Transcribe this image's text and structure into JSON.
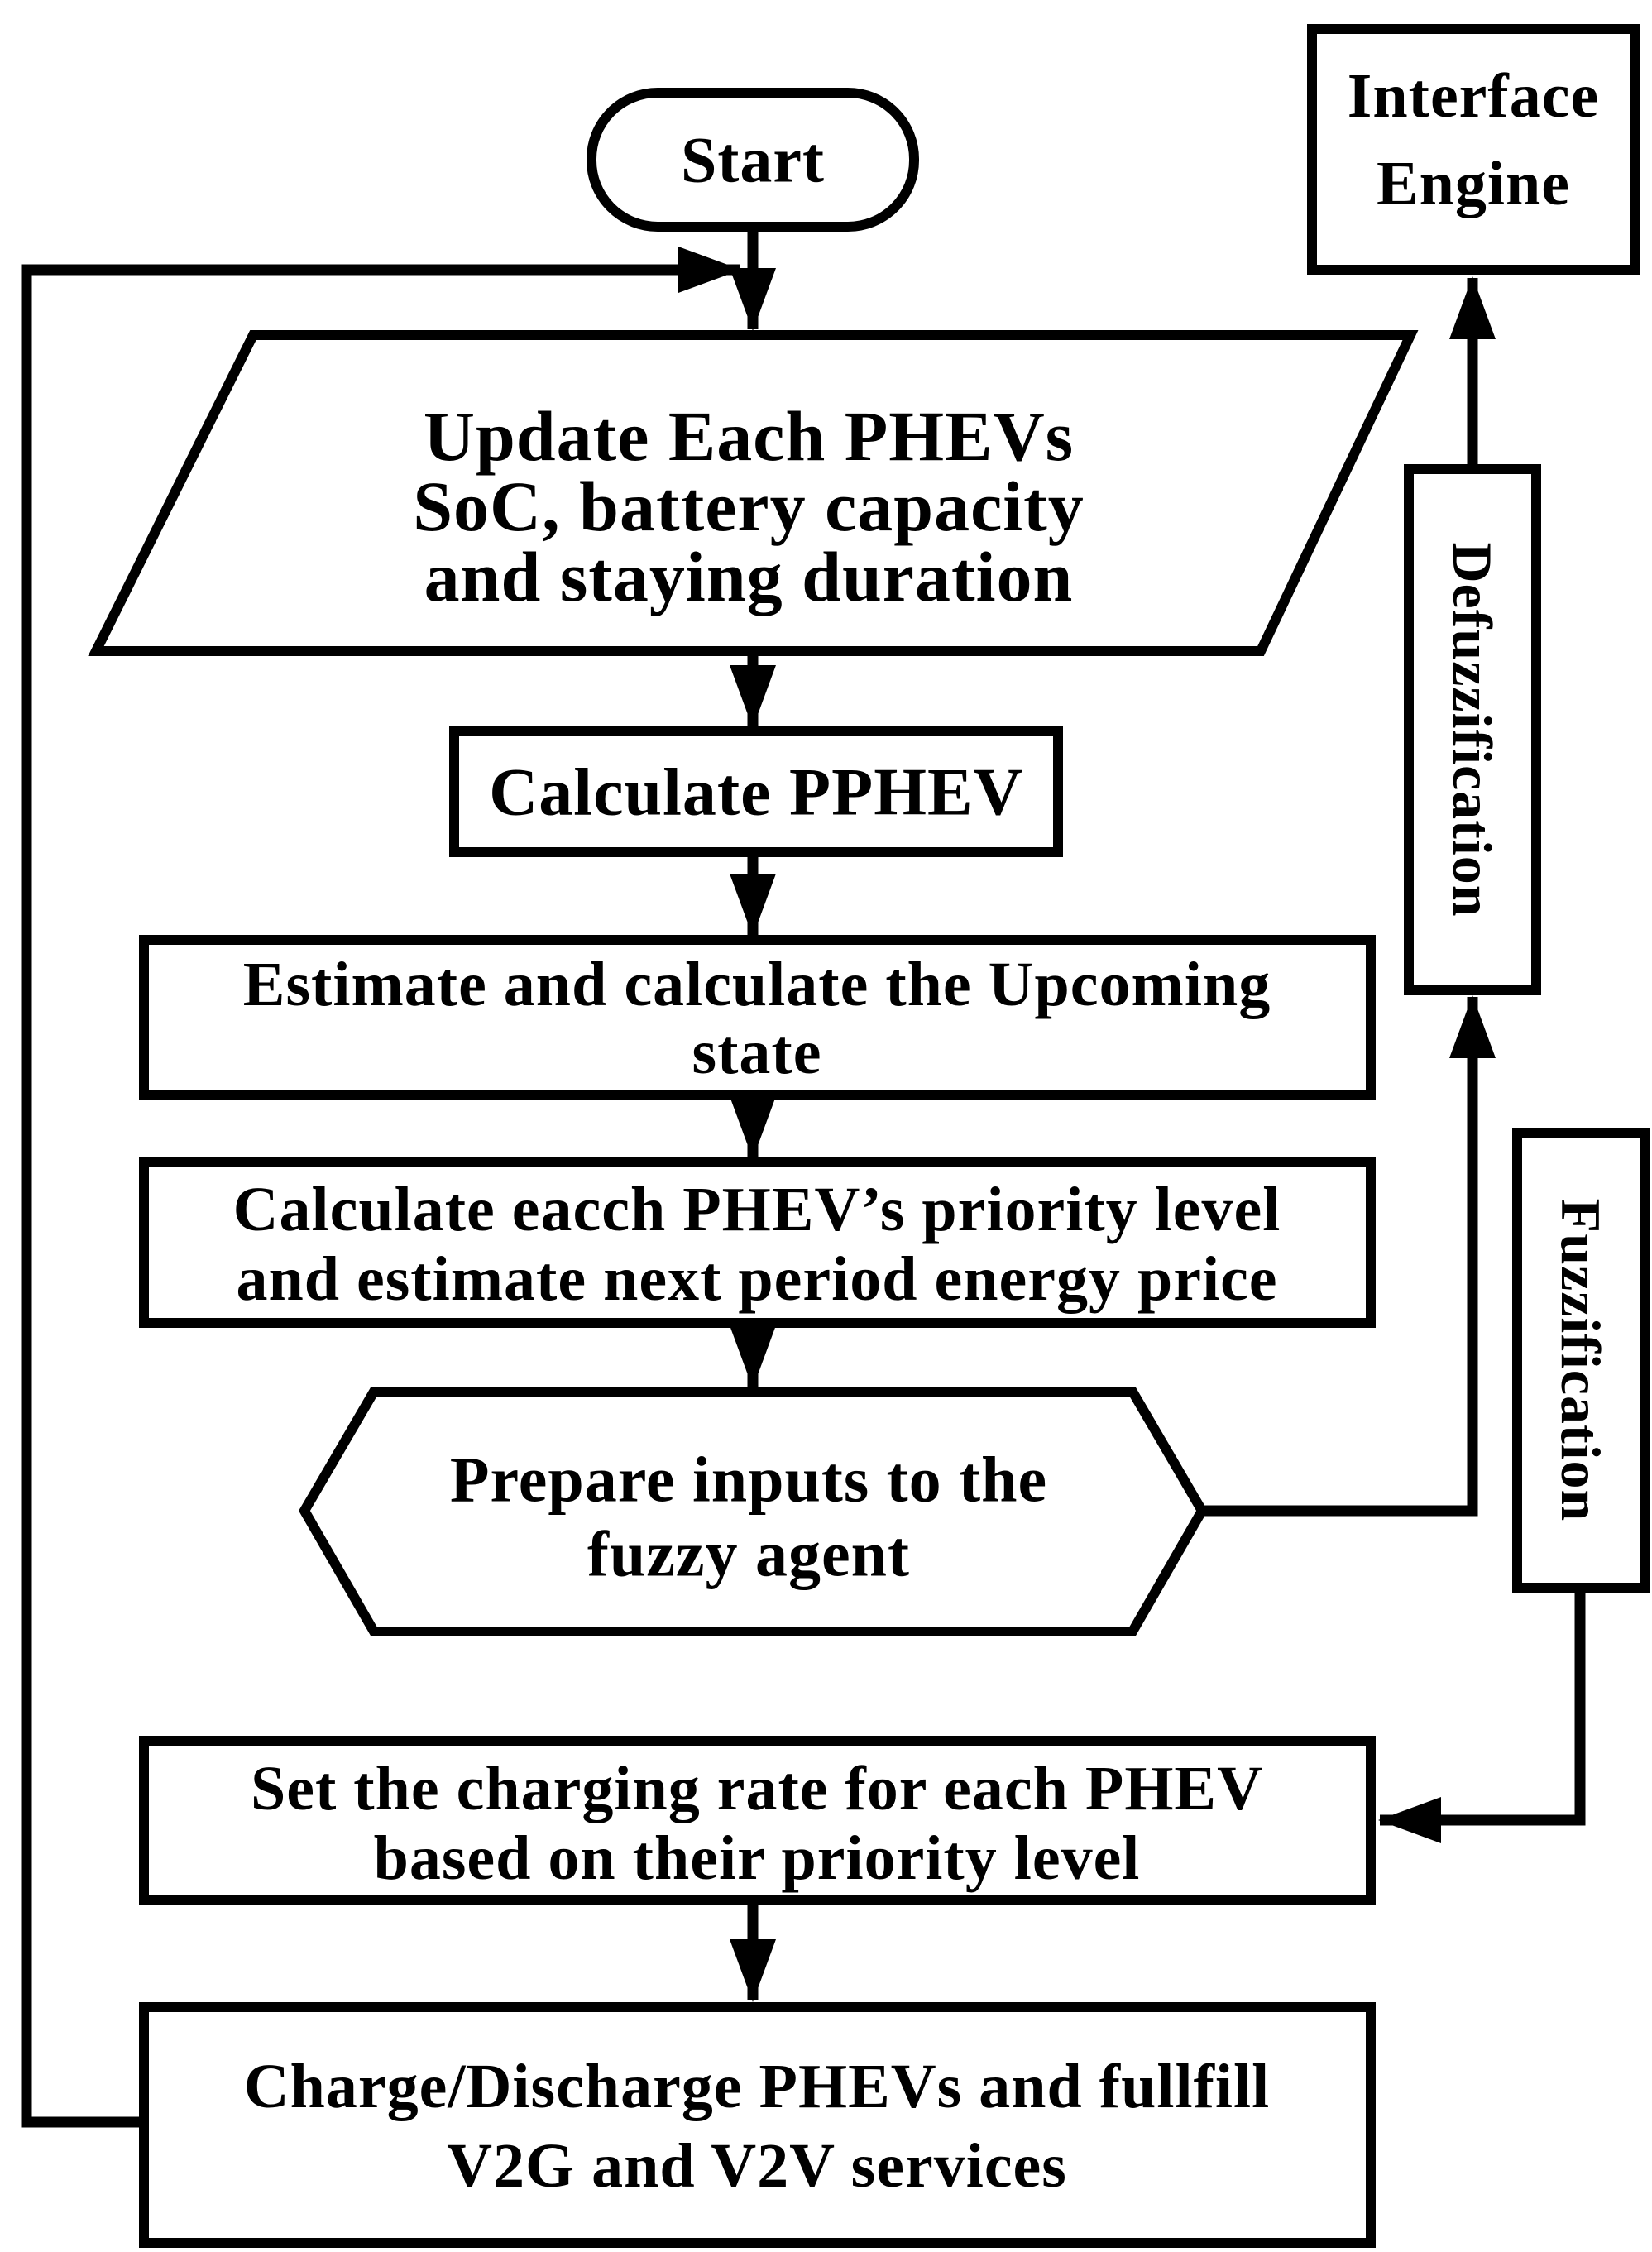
{
  "diagram_type": "flowchart",
  "colors": {
    "stroke": "#000000",
    "background": "#ffffff",
    "text": "#000000"
  },
  "nodes": {
    "start": {
      "shape": "terminator",
      "label": "Start"
    },
    "update": {
      "shape": "parallelogram",
      "lines": [
        "Update Each PHEVs",
        "SoC, battery capacity",
        "and staying duration"
      ]
    },
    "calc_pphev": {
      "shape": "process",
      "label": "Calculate PPHEV"
    },
    "estimate": {
      "shape": "process",
      "lines": [
        "Estimate and calculate the Upcoming",
        "state"
      ]
    },
    "priority": {
      "shape": "process",
      "lines": [
        "Calculate eacch PHEV’s priority level",
        "and estimate next period energy price"
      ]
    },
    "prepare": {
      "shape": "hexagon",
      "lines": [
        "Prepare inputs to the",
        "fuzzy agent"
      ]
    },
    "set_rate": {
      "shape": "process",
      "lines": [
        "Set the charging rate for each PHEV",
        "based on their priority level"
      ]
    },
    "charge": {
      "shape": "process",
      "lines": [
        "Charge/Discharge PHEVs and fullfill",
        "V2G and V2V services"
      ]
    },
    "interface_engine": {
      "shape": "process",
      "lines": [
        "Interface",
        "Engine"
      ]
    },
    "defuzzification": {
      "shape": "process-vertical",
      "label": "Defuzzification"
    },
    "fuzzification": {
      "shape": "process-vertical",
      "label": "Fuzzification"
    }
  }
}
